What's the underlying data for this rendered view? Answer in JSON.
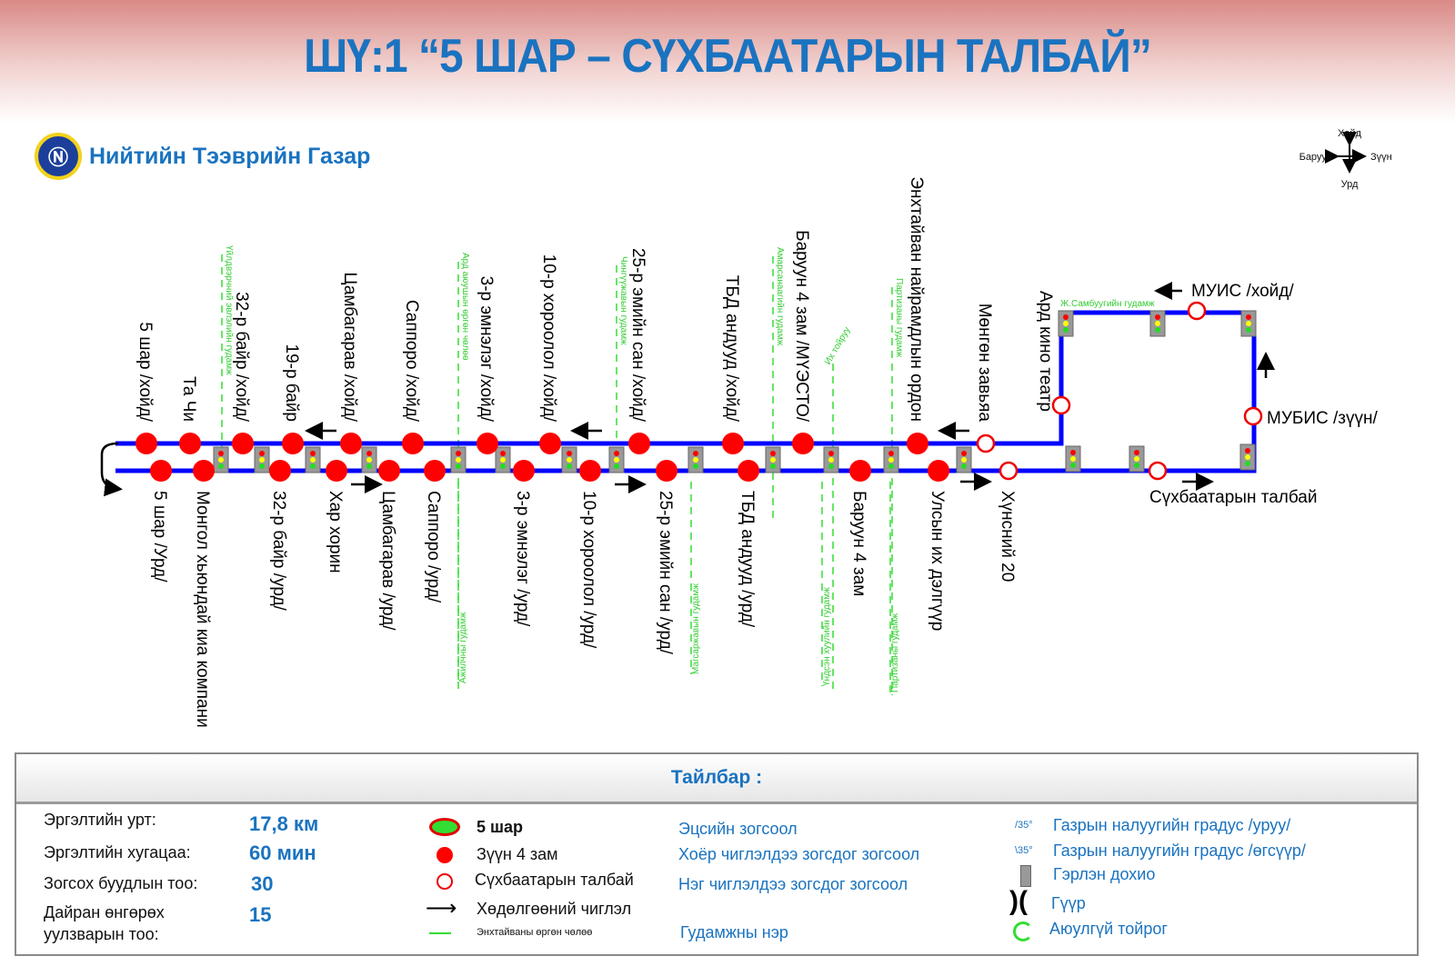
{
  "title": "ШҮ:1 “5 ШАР – СҮХБААТАРЫН ТАЛБАЙ”",
  "org": {
    "name": "Нийтийн Тээврийн Газар"
  },
  "compass": {
    "north": "Хойд",
    "south": "Урд",
    "east": "Зүүн",
    "west": "Баруун"
  },
  "colors": {
    "route": "#0000ff",
    "stop": "#ff0000",
    "street": "#33dd33",
    "title": "#1a73c0"
  },
  "stops_north": [
    "5 шар /хойд/",
    "Та Чи",
    "32-р байр /хойд/",
    "19-р байр",
    "Цамбагарав /хойд/",
    "Саппоро /хойд/",
    "3-р эмнэлэг /хойд/",
    "10-р хороолол /хойд/",
    "25-р эмийн сан /хойд/",
    "ТБД андууд /хойд/",
    "Баруун 4 зам /МҮЭСТО/",
    "Энхтайван найрамдлын ордон",
    "Мөнгөн завьяа"
  ],
  "stops_south": [
    "5 шар /Урд/",
    "Монгол хьюндай киа компани",
    "32-р байр /урд/",
    "Хар хорин",
    "Цамбагарав /урд/",
    "Саппоро /урд/",
    "3-р эмнэлэг /урд/",
    "10-р хороолол /урд/",
    "25-р эмийн сан /урд/",
    "ТБД андууд /урд/",
    "Баруун 4 зам",
    "Улсын их дэлгүүр",
    "Хүнсний 20"
  ],
  "stops_loop": [
    "Ард кино театр",
    "МУИС /хойд/",
    "МУБИС /зүүн/",
    "Сүхбаатарын талбай"
  ],
  "streets_north": [
    "Үйлдвэрчний эвлэлийн гудамж",
    "Ард аюушын өргөн чөлөө",
    "Чингүүжавын гудамж",
    "Амарсанаагийн гудамж",
    "Их тойруу",
    "Партизаны гудамж",
    "Ж.Самбуугийн гудамж"
  ],
  "streets_south": [
    "Ажилчны гудамж",
    "Магсаржавын гудамж",
    "Үндсэн хуулийн гудамж",
    "Партизаны гудамж"
  ],
  "legend": {
    "title": "Тайлбар :",
    "stats": [
      {
        "label": "Эргэлтийн урт:",
        "value": "17,8 км"
      },
      {
        "label": "Эргэлтийн хугацаа:",
        "value": "60 мин"
      },
      {
        "label": "Зогсох буудлын тоо:",
        "value": "30"
      },
      {
        "label": "Дайран өнгөрөх уулзварын тоо:",
        "value": "15"
      }
    ],
    "symbols": [
      "5 шар",
      "Зүүн 4 зам",
      "Сүхбаатарын талбай",
      "Хөдөлгөөний чиглэл",
      "Энхтайваны өргөн чөлөө"
    ],
    "stop_types": [
      "Эцсийн зогсоол",
      "Хоёр чиглэлдээ зогсдог зогсоол",
      "Нэг чиглэлдээ зогсдог зогсоол",
      "Гудамжны нэр"
    ],
    "slope_down_mark": "/35°",
    "slope_up_mark": "\\35°",
    "others": [
      "Газрын налуугийн градус /уруу/",
      "Газрын налуугийн градус /өгсүүр/",
      "Гэрлэн дохио",
      "Гүүр",
      "Аюулгүй тойрог"
    ]
  }
}
